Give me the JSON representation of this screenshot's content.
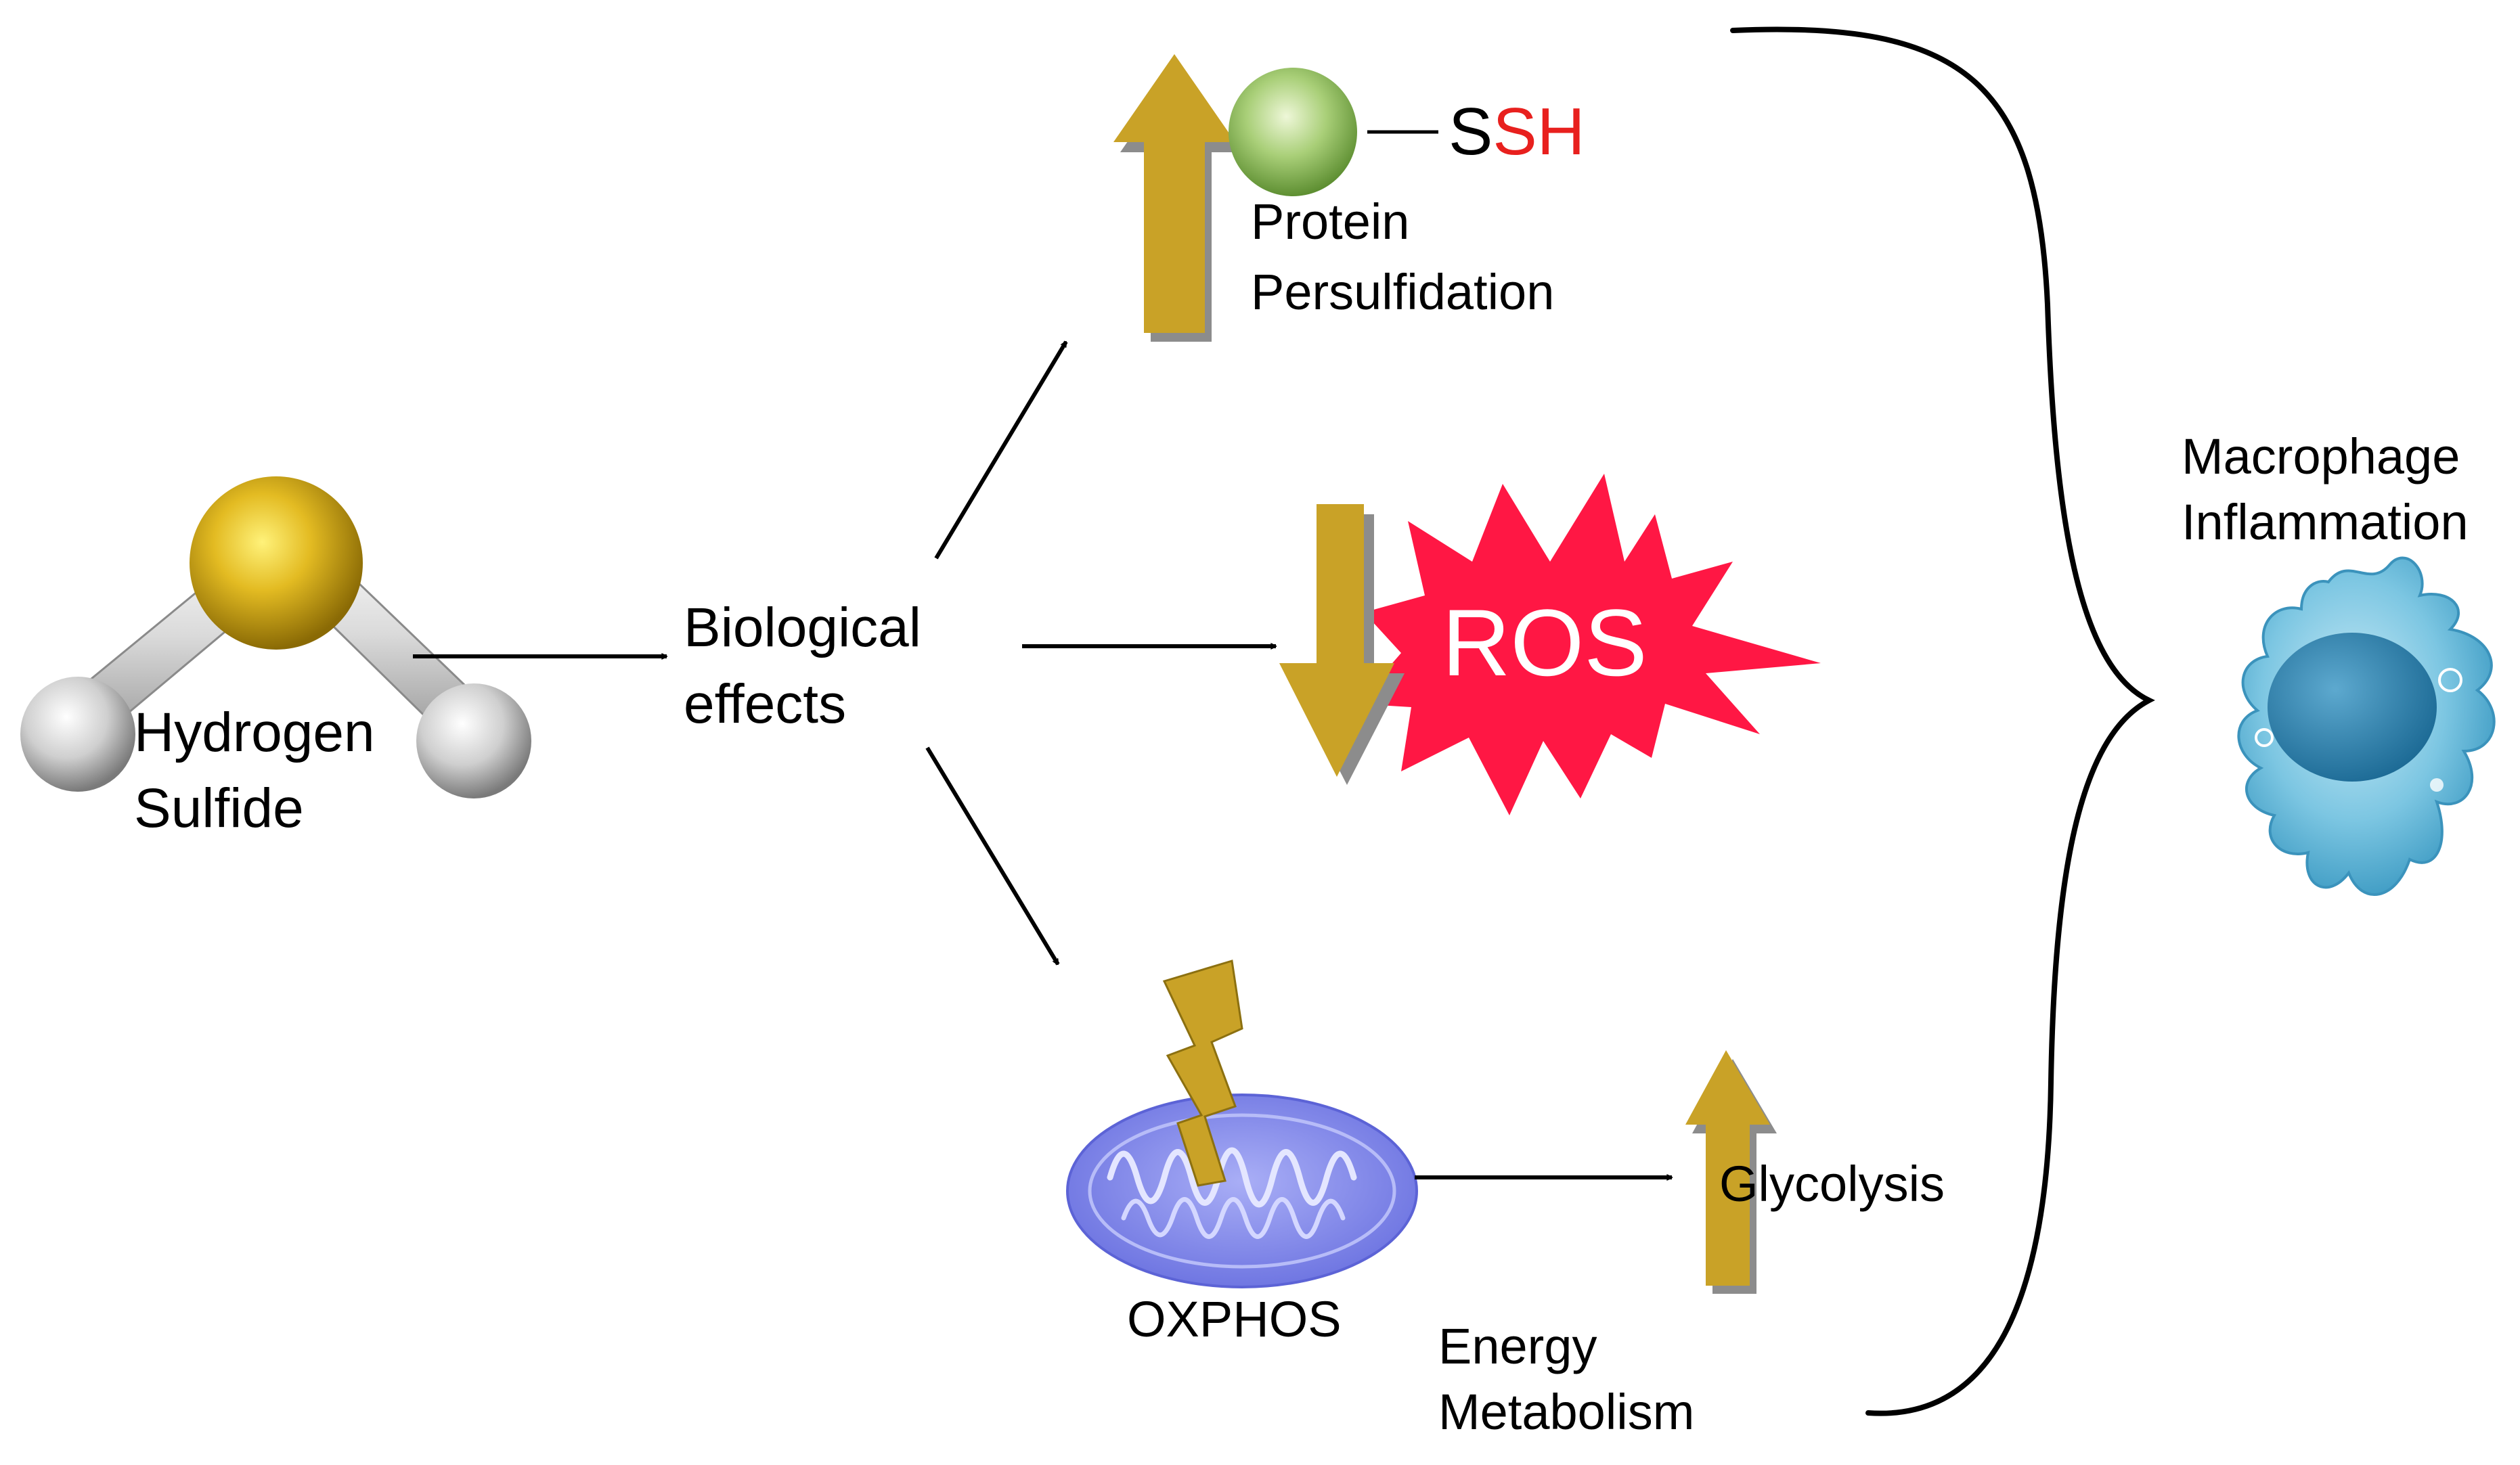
{
  "molecule": {
    "label_line1": "Hydrogen",
    "label_line2": "Sulfide"
  },
  "hub": {
    "label_line1": "Biological",
    "label_line2": "effects"
  },
  "persulfidation": {
    "group_s": "S",
    "group_h": "SH",
    "label_line1": "Protein",
    "label_line2": "Persulfidation"
  },
  "ros": {
    "label": "ROS"
  },
  "energy": {
    "oxphos_label": "OXPHOS",
    "glycolysis_label": "Glycolysis",
    "label_line1": "Energy",
    "label_line2": "Metabolism"
  },
  "outcome": {
    "label_line1": "Macrophage",
    "label_line2": "Inflammation"
  },
  "icons": {
    "up_arrow": "up-arrow-icon",
    "down_arrow": "down-arrow-icon",
    "burst": "ros-burst-icon",
    "mitochondrion": "mitochondrion-icon",
    "lightning": "lightning-bolt-icon",
    "macrophage": "macrophage-cell-icon",
    "brace": "curly-brace-icon"
  },
  "colors": {
    "arrow_gold": "#C9A227",
    "arrow_shadow": "#8C8C8C",
    "ros_red": "#FF1744",
    "ssh_red": "#E8201E",
    "sulfur_gold": "#D4AF1F",
    "hydrogen_gray": "#C8C8C8",
    "protein_green": "#8BB85A",
    "mito_purple": "#7B83E8",
    "cell_blue": "#6CC0DE"
  }
}
